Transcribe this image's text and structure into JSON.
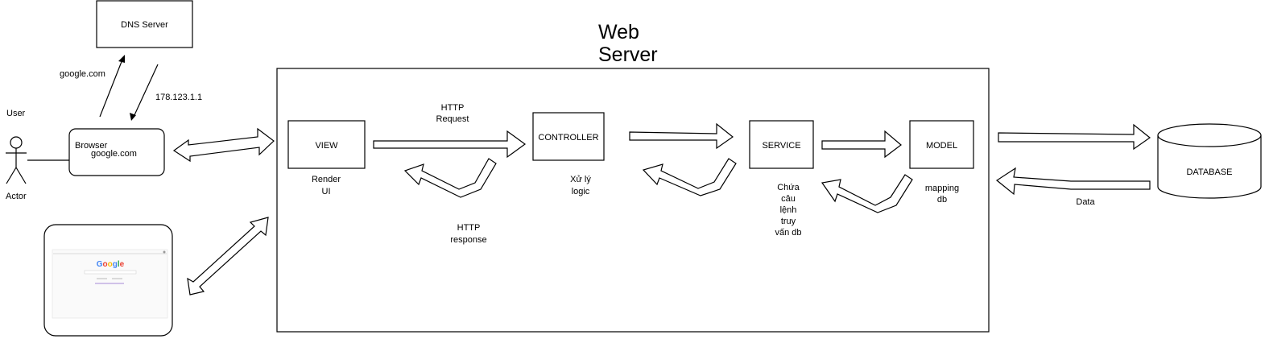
{
  "web_server": {
    "title_line1": "Web",
    "title_line2": "Server"
  },
  "dns_server": {
    "label": "DNS Server"
  },
  "dns_flow": {
    "request_label": "google.com",
    "response_label": "178.123.1.1"
  },
  "actor": {
    "top_label": "User",
    "bottom_label": "Actor"
  },
  "browser": {
    "label": "Browser",
    "url": "google.com"
  },
  "browser_preview": {
    "brand": "Google"
  },
  "view": {
    "label": "VIEW",
    "caption": [
      "Render",
      "UI"
    ]
  },
  "controller": {
    "label": "CONTROLLER",
    "caption": [
      "Xử lý",
      "logic"
    ]
  },
  "service": {
    "label": "SERVICE",
    "caption": [
      "Chứa",
      "câu",
      "lệnh",
      "truy",
      "vấn db"
    ]
  },
  "model": {
    "label": "MODEL",
    "caption": [
      "mapping",
      "db"
    ]
  },
  "database": {
    "label": "DATABASE"
  },
  "http_request": [
    "HTTP",
    "Request"
  ],
  "http_response": [
    "HTTP",
    "response"
  ],
  "data_label": "Data"
}
